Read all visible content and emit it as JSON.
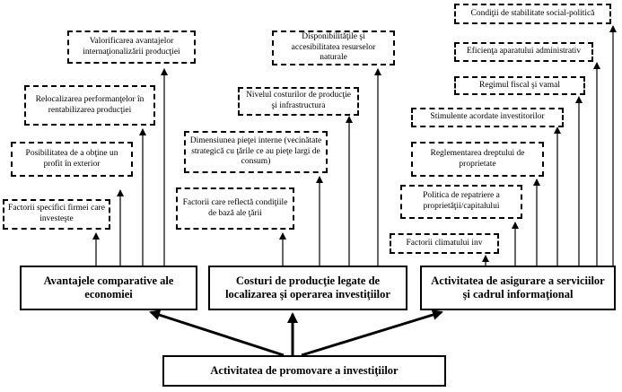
{
  "left_factors": [
    "Valorificarea avantajelor internaţionalizării producţiei",
    "Relocalizarea performanţelor în rentabilizarea producţiei",
    "Posibilitatea de a obţine un profit în exterior",
    "Factorii specifici firmei care investeşte"
  ],
  "middle_factors": [
    "Disponibilităţile şi accesibilitatea resurselor naturale",
    "Nivelul costurilor de producţie şi infrastructura",
    "Dimensiunea pieţei interne (vecinătate strategică cu ţările ce au pieţe largi de consum)",
    "Factorii care reflectă condiţiile de bază ale ţării"
  ],
  "right_factors": [
    "Condiţii de stabilitate social-politică",
    "Eficienţa aparatului administrativ",
    "Regimul fiscal şi vamal",
    "Stimulente acordate investitorilor",
    "Reglementarea dreptului de proprietate",
    "Politica de repatriere a proprietăţii/capitalului",
    "Factorii climatului inv"
  ],
  "main": {
    "left": "Avantajele comparative ale economiei",
    "middle": "Costuri de producţie legate de localizarea şi operarea investiţiilor",
    "right": "Activitatea de asigurare a serviciilor şi cadrul informaţional",
    "bottom": "Activitatea de promovare a investiţiilor"
  }
}
